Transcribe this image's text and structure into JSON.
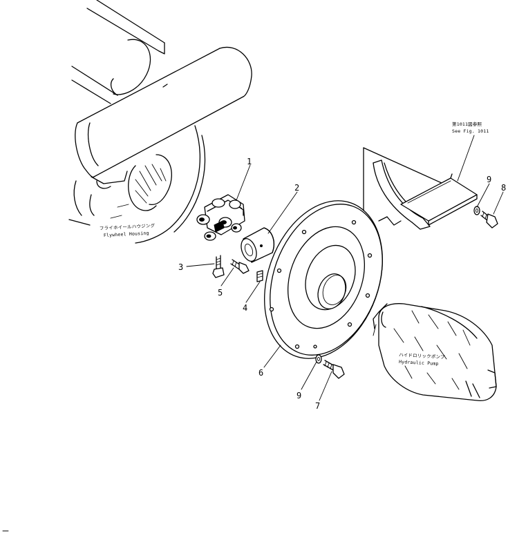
{
  "callouts": {
    "c1": "1",
    "c2": "2",
    "c3": "3",
    "c4": "4",
    "c5": "5",
    "c6": "6",
    "c7": "7",
    "c8": "8",
    "c9a": "9",
    "c9b": "9"
  },
  "labels": {
    "flywheel_housing_jp": "フライホイールハウジング",
    "flywheel_housing_en": "Flywheel Housing",
    "hydraulic_pump_jp": "ハイドロリックポンプ",
    "hydraulic_pump_en": "Hydraulic Pump",
    "see_fig_jp": "第1011図参照",
    "see_fig_en": "See Fig. 1011"
  },
  "colors": {
    "ink": "#000000",
    "paper": "#ffffff"
  }
}
